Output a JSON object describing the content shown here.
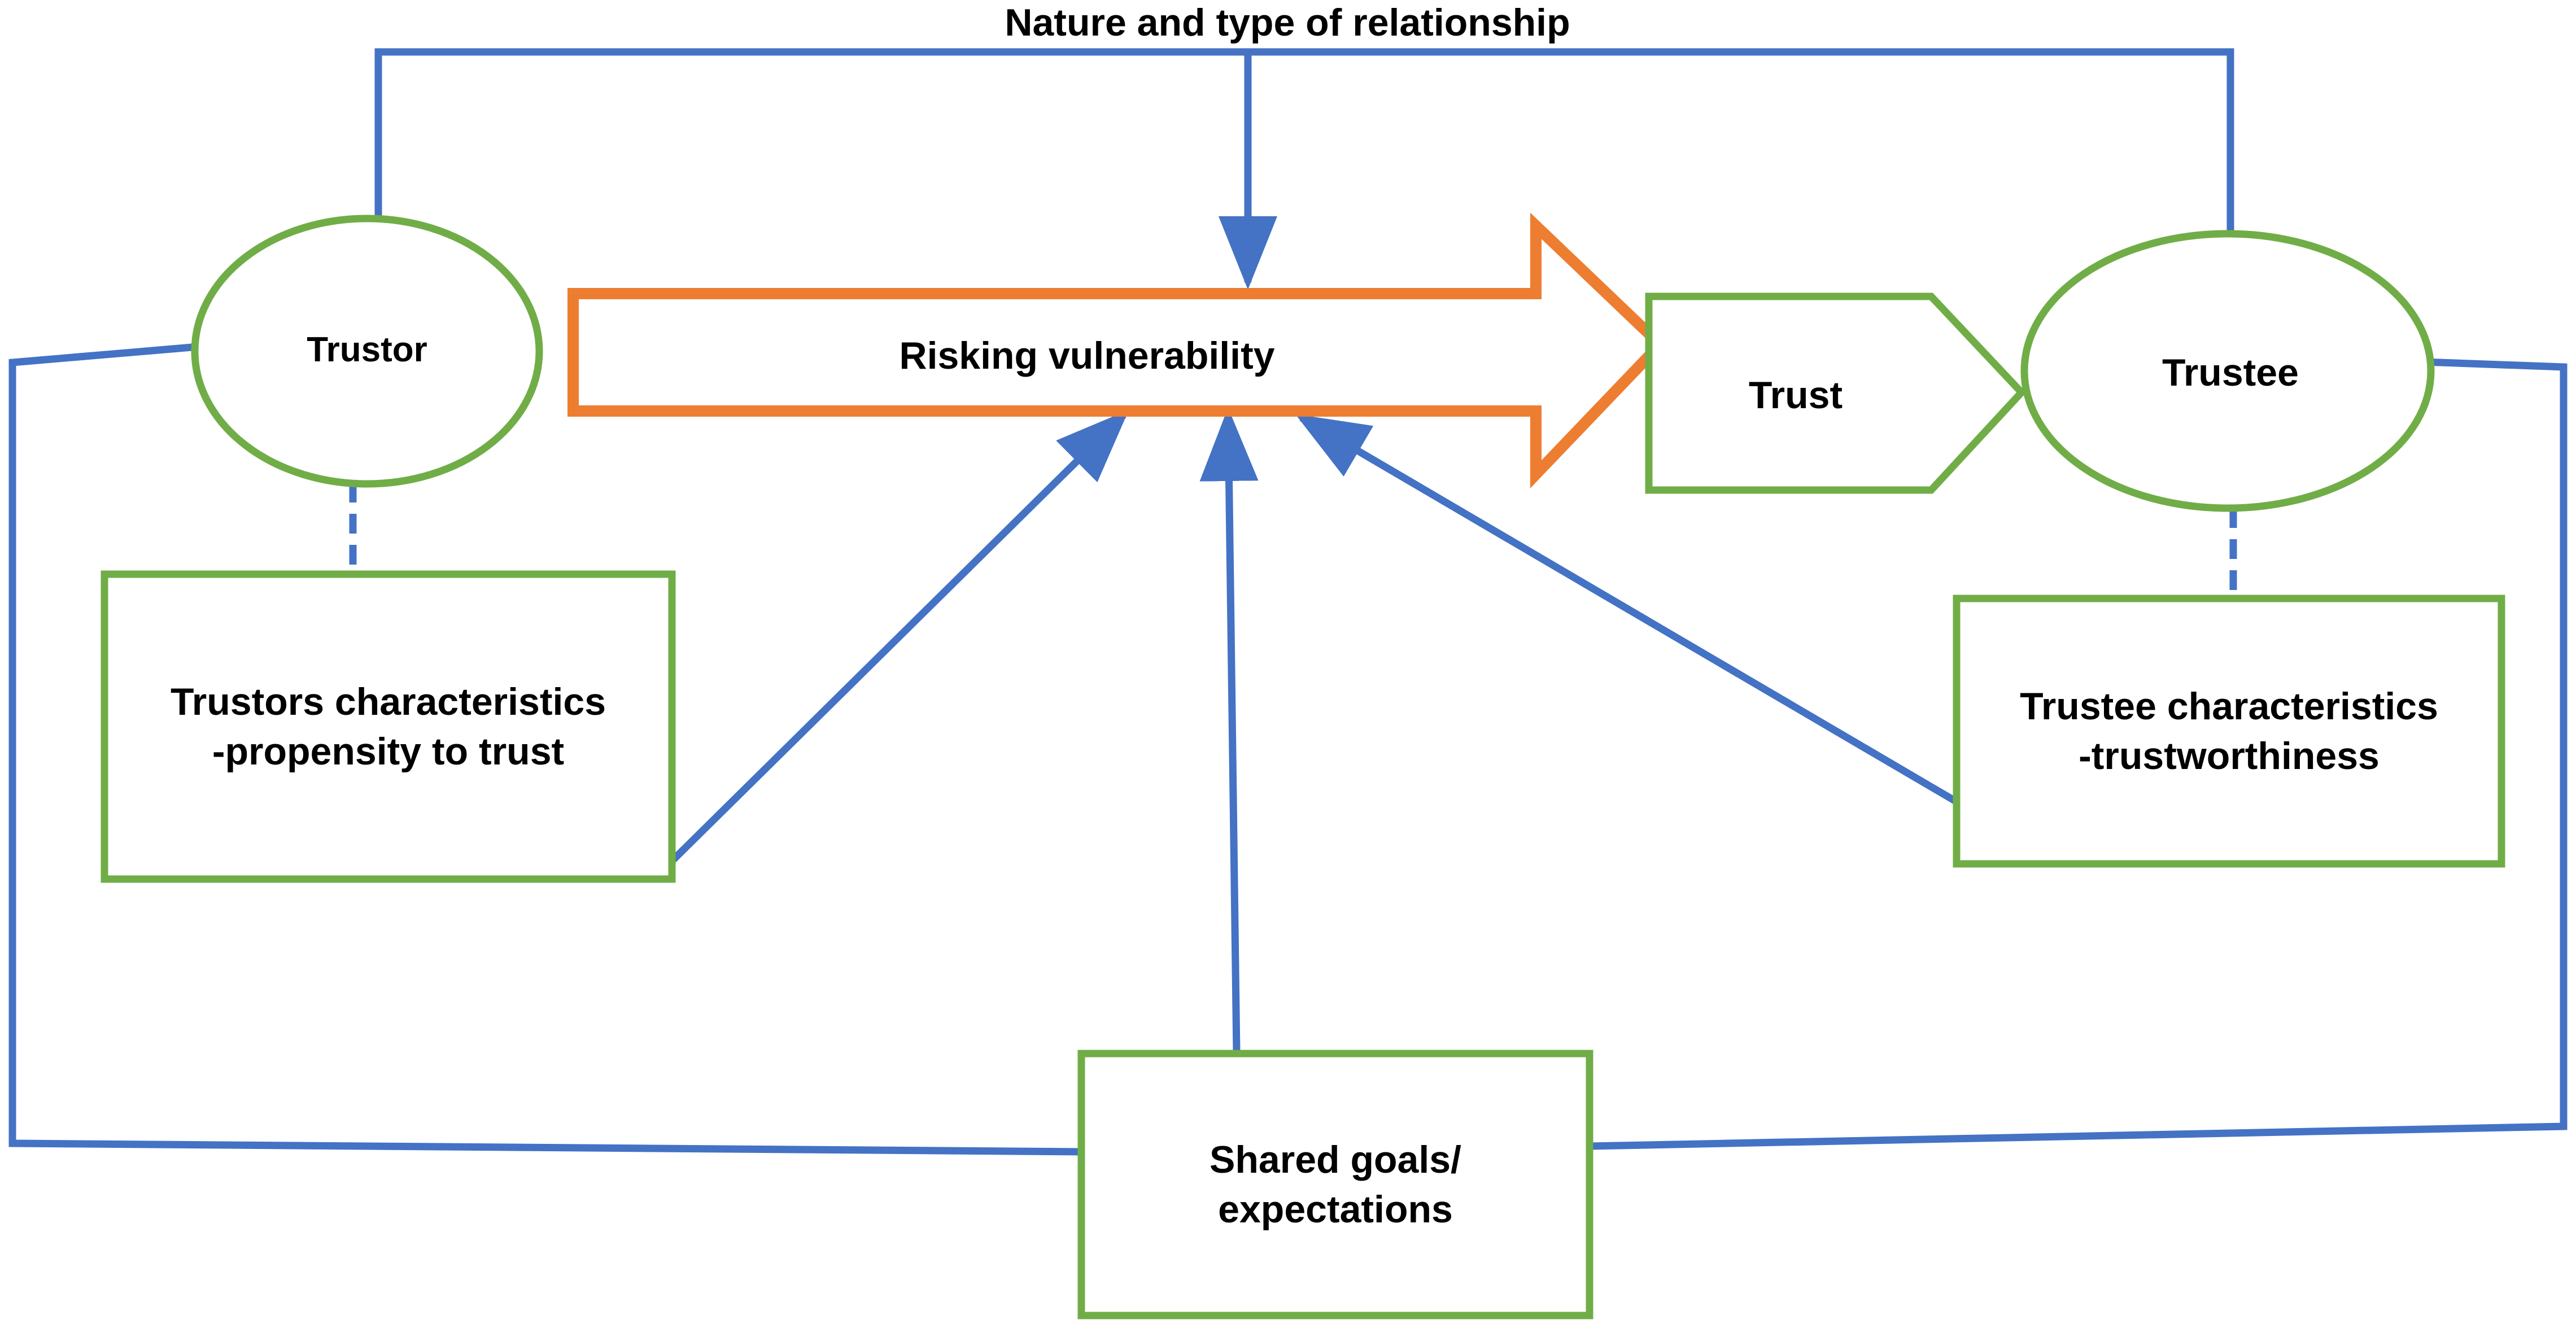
{
  "colors": {
    "connector": "#4472C4",
    "node_border": "#70AD47",
    "arrow_border": "#ED7D31",
    "text": "#000000",
    "background": "#FFFFFF"
  },
  "labels": {
    "relationship": "Nature and type of relationship",
    "trustor": "Trustor",
    "vulnerability": "Risking vulnerability",
    "trust": "Trust",
    "trustee": "Trustee",
    "trustor_characteristics": [
      "Trustors characteristics",
      "-propensity to trust"
    ],
    "trustee_characteristics": [
      "Trustee characteristics",
      "-trustworthiness"
    ],
    "shared_goals": [
      "Shared goals/",
      "expectations"
    ]
  }
}
